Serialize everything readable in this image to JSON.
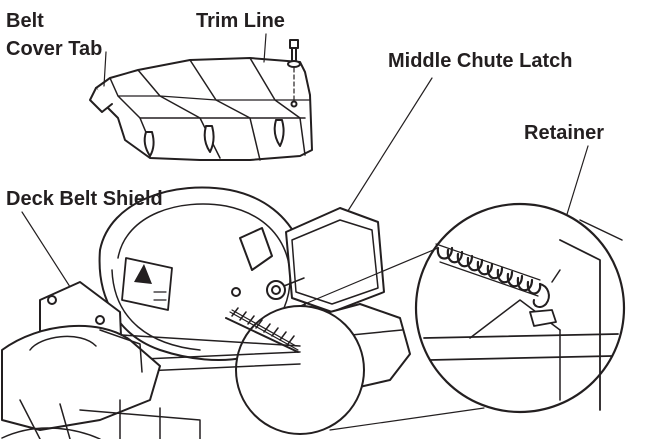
{
  "labels": {
    "belt": "Belt",
    "cover_tab": "Cover Tab",
    "trim_line": "Trim Line",
    "middle_chute_latch": "Middle Chute Latch",
    "retainer": "Retainer",
    "deck_belt_shield": "Deck Belt Shield"
  },
  "colors": {
    "ink": "#231f20",
    "paper": "#ffffff",
    "shade": "#d9d9d9"
  }
}
